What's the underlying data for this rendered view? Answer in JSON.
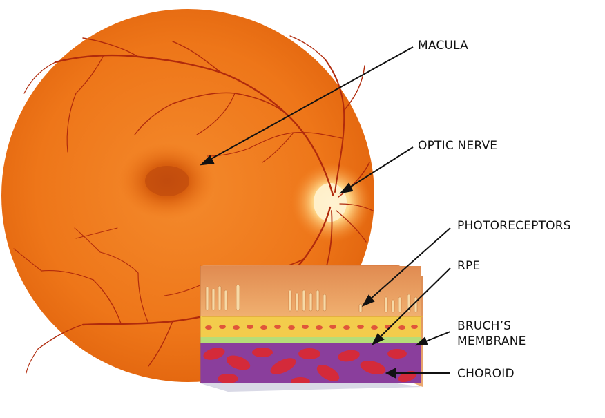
{
  "labels": {
    "macula": "MACULA",
    "optic_nerve": "OPTIC NERVE",
    "photoreceptors": "PHOTORECEPTORS",
    "rpe": "RPE",
    "bruchs_line1": "BRUCH’S",
    "bruchs_line2": "MEMBRANE",
    "choroid": "CHOROID"
  },
  "colors": {
    "retina": "#f07a1e",
    "vessel": "#b3290c",
    "optic_disc": "#ffe9b8",
    "macula_spot": "#c4500e",
    "tissue_top": "#e48a48",
    "rpe_layer": "#f4cf4e",
    "bruchs_layer": "#b8e07a",
    "choroid_bg": "#8a3f9e",
    "blood_cell": "#d42a3a"
  }
}
